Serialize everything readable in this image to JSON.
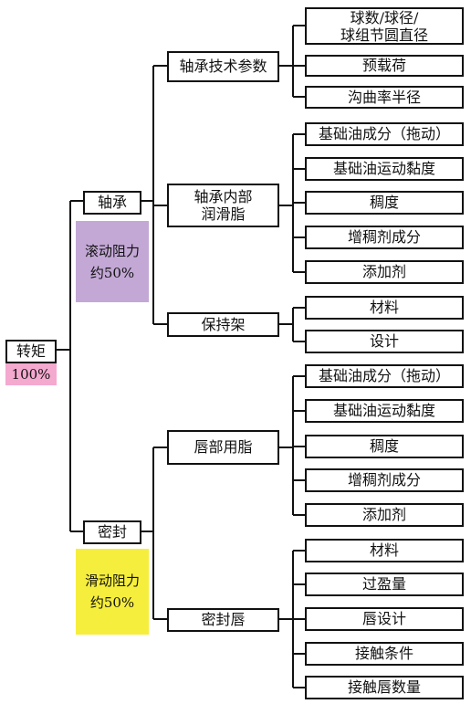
{
  "root": {
    "label": "转矩",
    "percent": "100%"
  },
  "colors": {
    "line": "#111111",
    "bearing_share_bg": "#c3a8d6",
    "seal_share_bg": "#f6ee3c",
    "root_percent_bg": "#f4a9cf"
  },
  "branches": {
    "bearing": {
      "label": "轴承",
      "share_line1": "滚动阻力",
      "share_line2": "约50%",
      "groups": {
        "params": {
          "label": "轴承技术参数",
          "items": [
            "球数/球径/",
            "球组节圆直径",
            "预载荷",
            "沟曲率半径"
          ]
        },
        "grease": {
          "label_line1": "轴承内部",
          "label_line2": "润滑脂",
          "items": [
            "基础油成分（拖动）",
            "基础油运动黏度",
            "稠度",
            "增稠剂成分",
            "添加剂"
          ]
        },
        "cage": {
          "label": "保持架",
          "items": [
            "材料",
            "设计"
          ]
        }
      }
    },
    "seal": {
      "label": "密封",
      "share_line1": "滑动阻力",
      "share_line2": "约50%",
      "groups": {
        "lip_grease": {
          "label": "唇部用脂",
          "items": [
            "基础油成分（拖动）",
            "基础油运动黏度",
            "稠度",
            "增稠剂成分",
            "添加剂"
          ]
        },
        "lip": {
          "label": "密封唇",
          "items": [
            "材料",
            "过盈量",
            "唇设计",
            "接触条件",
            "接触唇数量"
          ]
        }
      }
    }
  }
}
